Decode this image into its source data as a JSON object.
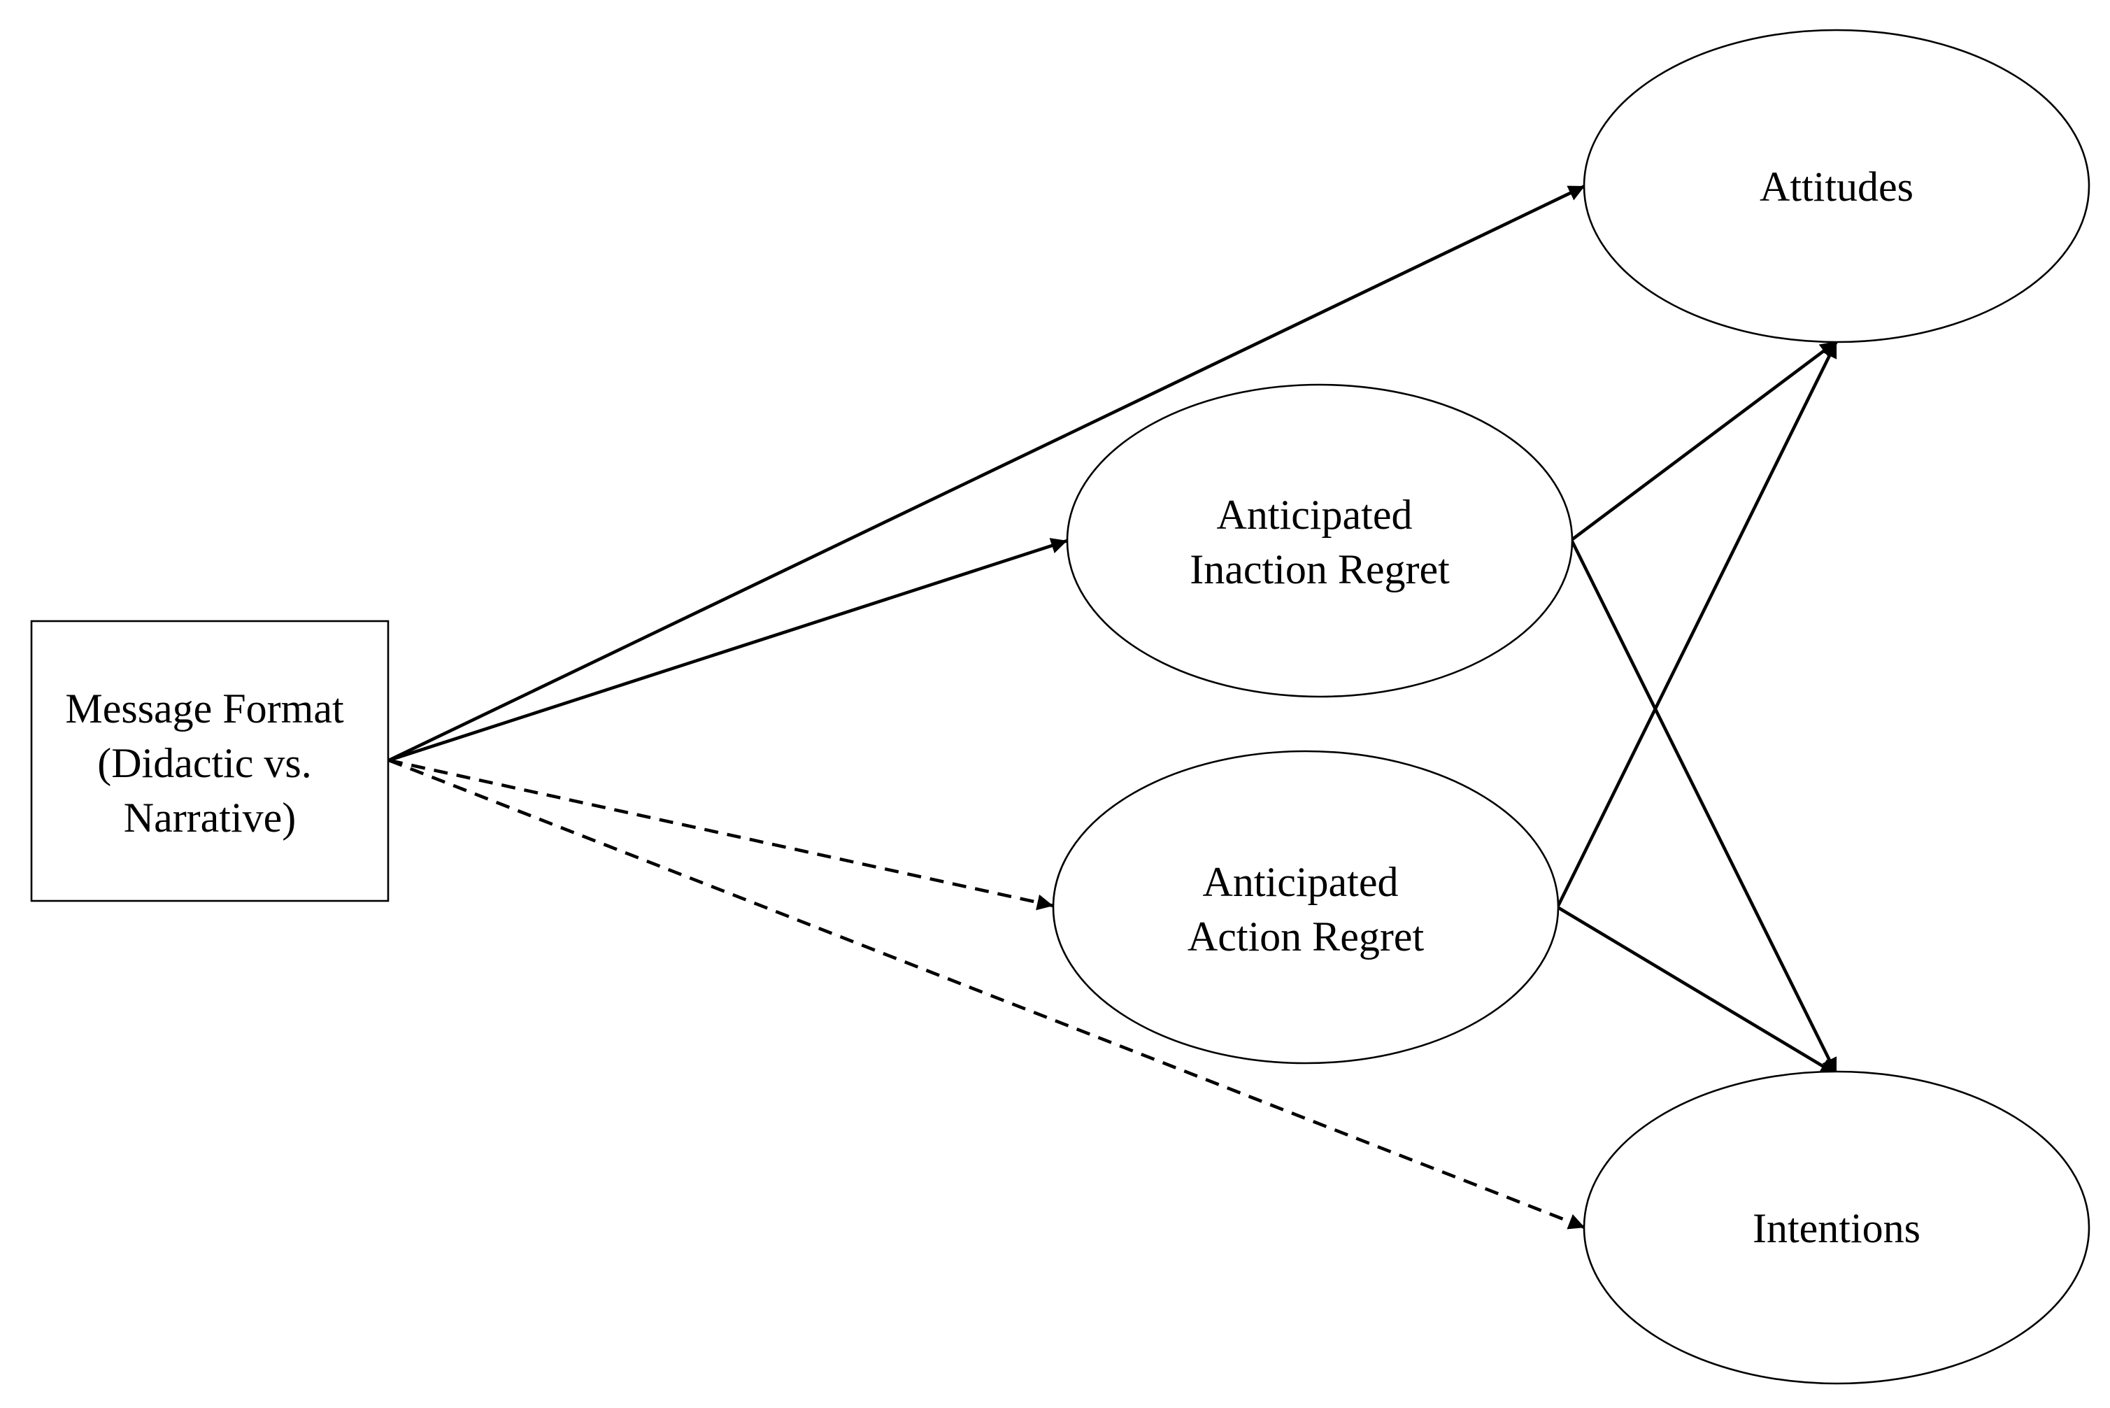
{
  "nodes": {
    "message_format": {
      "lines": [
        "Message Format",
        "(Didactic vs.",
        "Narrative)"
      ]
    },
    "inaction_regret": {
      "lines": [
        "Anticipated",
        "Inaction Regret"
      ]
    },
    "action_regret": {
      "lines": [
        "Anticipated",
        "Action Regret"
      ]
    },
    "attitudes": {
      "lines": [
        "Attitudes"
      ]
    },
    "intentions": {
      "lines": [
        "Intentions"
      ]
    }
  },
  "edges": [
    {
      "from": "message_format",
      "to": "attitudes",
      "style": "solid"
    },
    {
      "from": "message_format",
      "to": "inaction_regret",
      "style": "solid"
    },
    {
      "from": "message_format",
      "to": "action_regret",
      "style": "dashed"
    },
    {
      "from": "message_format",
      "to": "intentions",
      "style": "dashed"
    },
    {
      "from": "inaction_regret",
      "to": "attitudes",
      "style": "solid"
    },
    {
      "from": "inaction_regret",
      "to": "intentions",
      "style": "solid"
    },
    {
      "from": "action_regret",
      "to": "attitudes",
      "style": "solid"
    },
    {
      "from": "action_regret",
      "to": "intentions",
      "style": "solid"
    }
  ]
}
